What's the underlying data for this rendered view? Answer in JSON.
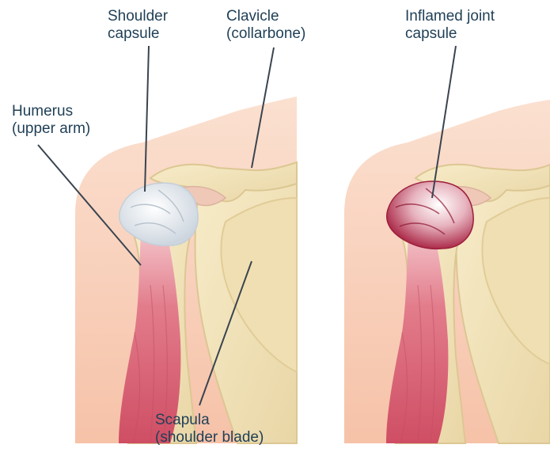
{
  "labels": {
    "shoulder_capsule": [
      "Shoulder",
      "capsule"
    ],
    "clavicle": [
      "Clavicle",
      "(collarbone)"
    ],
    "humerus": [
      "Humerus",
      "(upper arm)"
    ],
    "scapula": [
      "Scapula",
      "(shoulder blade)"
    ],
    "inflamed_capsule": [
      "Inflamed joint",
      "capsule"
    ]
  },
  "colors": {
    "skin": "#f8cdb5",
    "bone": "#f1e2b8",
    "bone_edge": "#dcc793",
    "capsule": "#e6ebf0",
    "muscle": "#d9687a",
    "inflammation": "#b3203e",
    "leader_line": "#3a4450",
    "label_text": "#1f3f56"
  }
}
